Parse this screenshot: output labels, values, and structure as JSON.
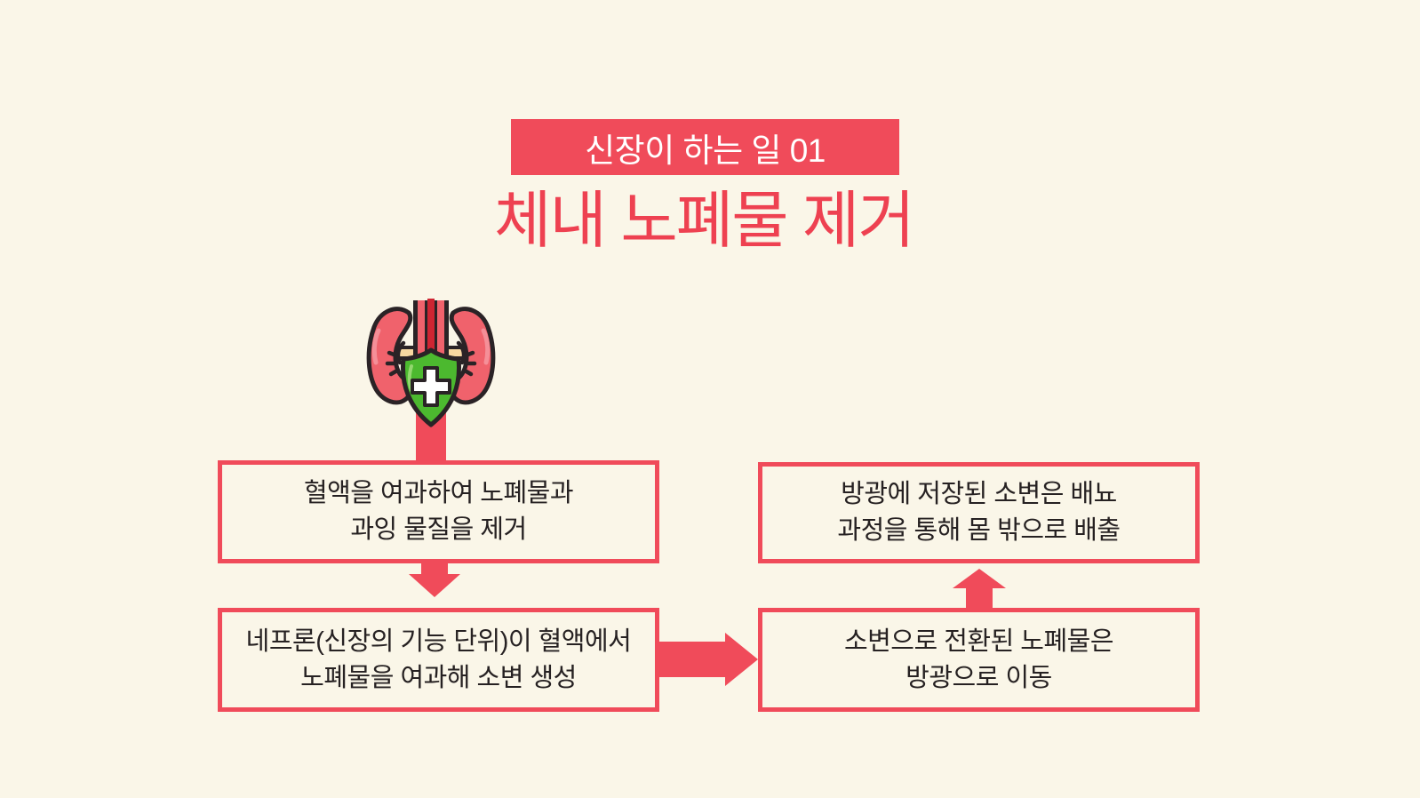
{
  "header": {
    "badge_label": "신장이 하는 일 01",
    "title": "체내 노폐물 제거"
  },
  "flow": {
    "icon": "kidneys-with-protection-shield",
    "steps": [
      {
        "order": 1,
        "position": "top-left",
        "lines": [
          "혈액을 여과하여 노폐물과",
          "과잉 물질을 제거"
        ]
      },
      {
        "order": 2,
        "position": "bottom-left",
        "lines": [
          "네프론(신장의 기능 단위)이 혈액에서",
          "노폐물을 여과해 소변 생성"
        ]
      },
      {
        "order": 3,
        "position": "bottom-right",
        "lines": [
          "소변으로 전환된 노폐물은",
          "방광으로 이동"
        ]
      },
      {
        "order": 4,
        "position": "top-right",
        "lines": [
          "방광에 저장된 소변은 배뇨",
          "과정을 통해 몸 밖으로 배출"
        ]
      }
    ],
    "arrows": [
      {
        "name": "icon-to-step1",
        "direction": "down"
      },
      {
        "name": "step1-to-step2",
        "direction": "down"
      },
      {
        "name": "step2-to-step3",
        "direction": "right"
      },
      {
        "name": "step3-to-step4",
        "direction": "up"
      }
    ]
  },
  "colors": {
    "background": "#faf6e8",
    "accent_red": "#f04b5a",
    "title_red": "#ee4151",
    "text_dark": "#262122",
    "badge_text": "#ffffff",
    "kidney_pink": "#f0626c",
    "vessel_red": "#ce2532",
    "shield_green": "#4cb92f",
    "bone_tan": "#f7d8a1",
    "outline_dark": "#2a2326",
    "cross_white": "#ffffff"
  }
}
